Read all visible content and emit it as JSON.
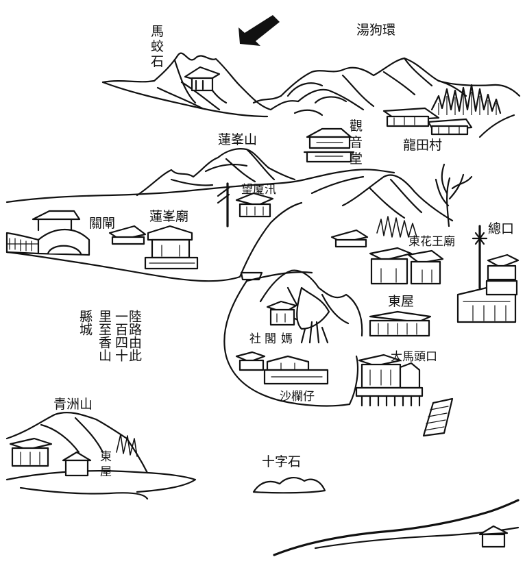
{
  "labels": {
    "ma_jiao_shi": [
      "馬",
      "蛟",
      "石"
    ],
    "guan_yin_tang": [
      "觀",
      "音",
      "堂"
    ],
    "lian_feng_shan": "蓮峯山",
    "long_tian_cun": "龍田村",
    "wang_xia_xun": "望厦汛",
    "lian_feng_miao": "蓮峯廟",
    "guan_zha": "關閘",
    "zong_kou": "總口",
    "dong_hua_wang_miao": "東花王廟",
    "dong_wu": "東屋",
    "ma_jiao_she": [
      "媽",
      "閣",
      "社"
    ],
    "da_ma_tou_kou": "大馬頭口",
    "sha_lan_zai": "沙欄仔",
    "qing_zhou_shan": "青洲山",
    "dong_wu_lower": [
      "東",
      "屋"
    ],
    "shi_zi_shi": "十字石",
    "tang_hu_huan": "湯狗環",
    "route_note": [
      "陸路由此",
      "一百四十",
      "里至香山",
      "縣城"
    ]
  },
  "colors": {
    "ink": "#111111",
    "paper": "#ffffff"
  },
  "icons": [
    "north-arrow-icon"
  ]
}
